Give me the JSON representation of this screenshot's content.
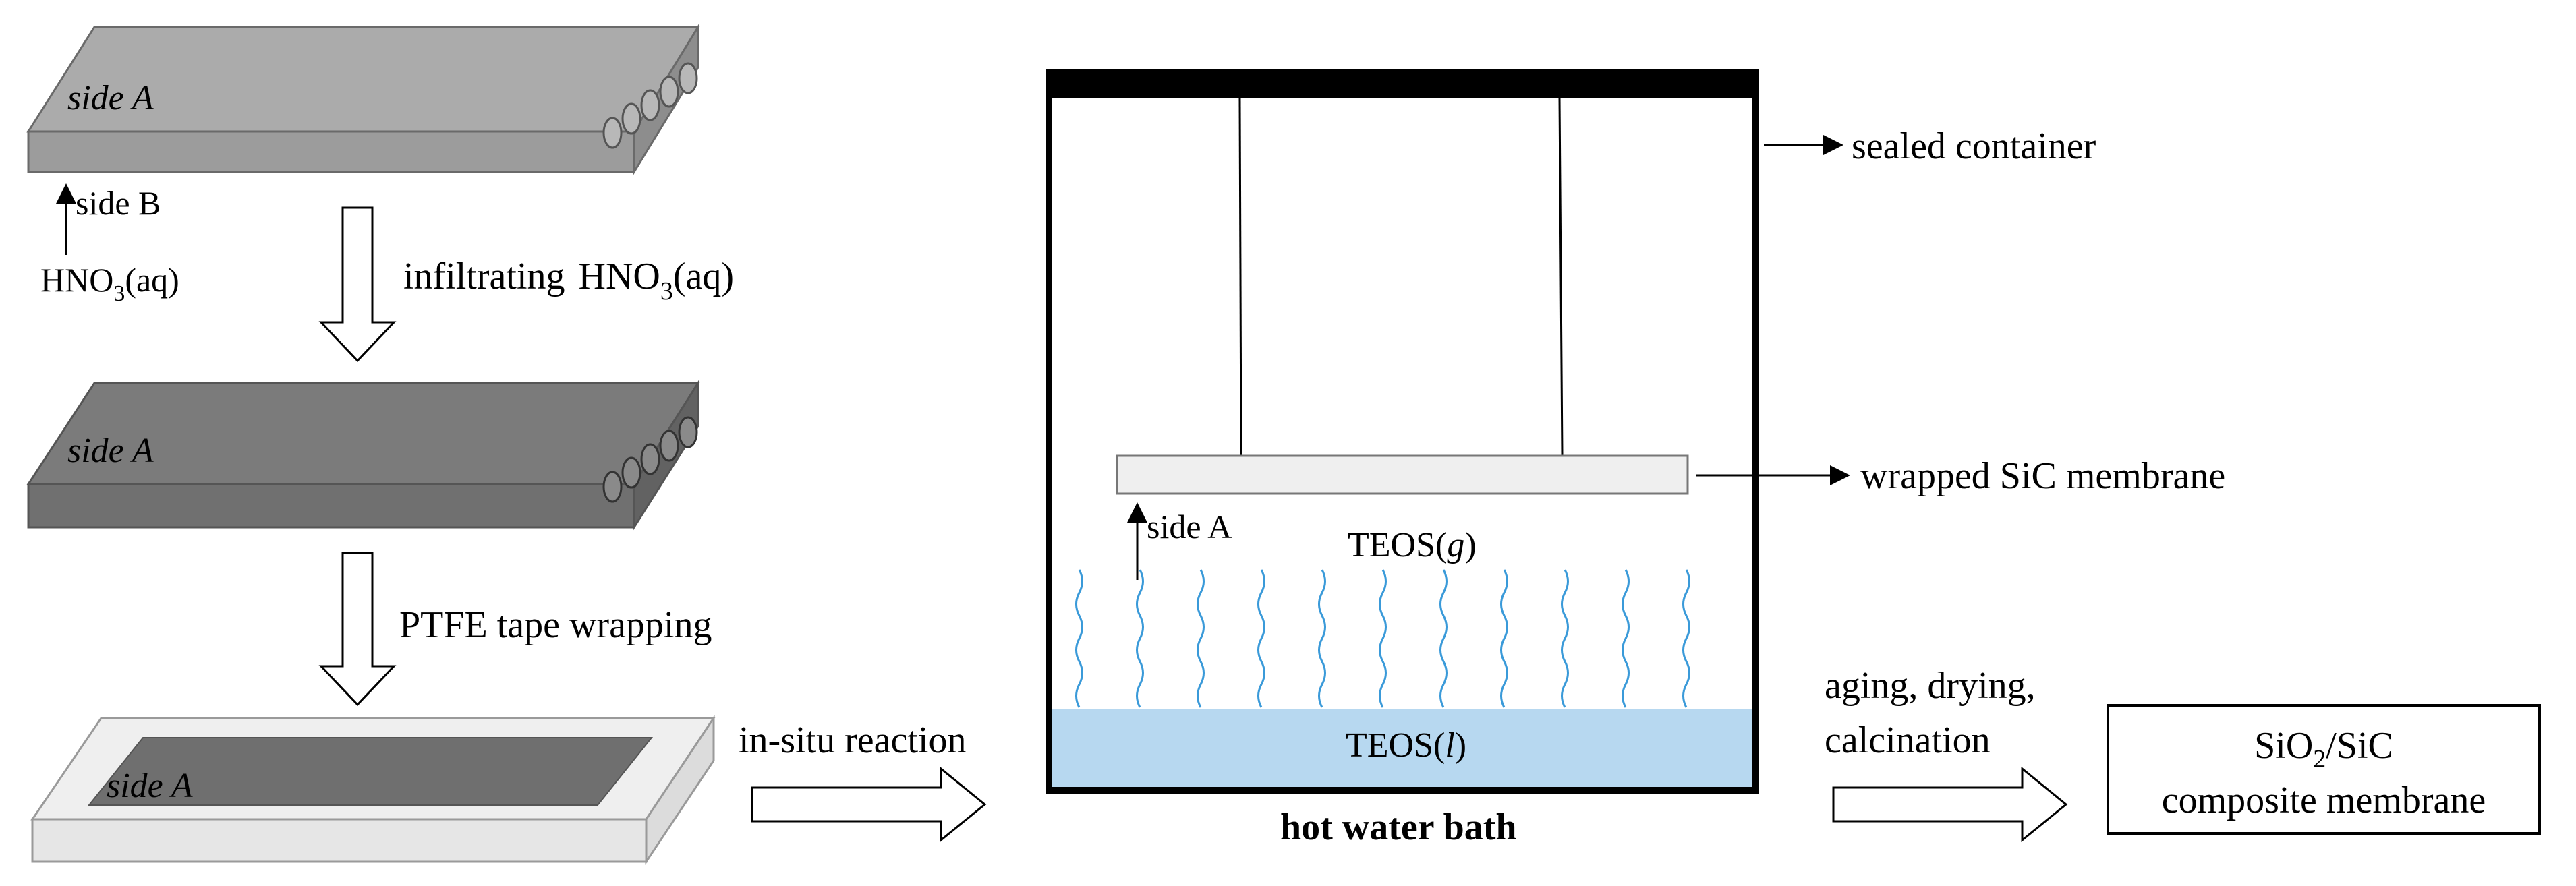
{
  "left_panel": {
    "slab1_label": "side A",
    "side_b_label": "side B",
    "hno3_label": "HNO",
    "hno3_sub": "3",
    "hno3_suffix": "(aq)",
    "step1_prefix": "infiltrating",
    "step1_chem": "HNO",
    "step1_sub": "3",
    "step1_suffix": "(aq)",
    "slab2_label": "side A",
    "step2_label": "PTFE tape wrapping",
    "slab3_label": "side A"
  },
  "middle": {
    "reaction_label": "in-situ reaction",
    "sealed_label": "sealed container",
    "membrane_label": "wrapped SiC membrane",
    "side_a_label": "side A",
    "teos_gas_prefix": "TEOS(",
    "teos_gas_italic": "g",
    "teos_gas_suffix": ")",
    "teos_liquid_prefix": "TEOS(",
    "teos_liquid_italic": "l",
    "teos_liquid_suffix": ")",
    "bath_label": "hot water bath"
  },
  "right": {
    "post_line1": "aging, drying,",
    "post_line2": "calcination",
    "product_prefix": "SiO",
    "product_sub": "2",
    "product_suffix": "/SiC",
    "product_line2": "composite membrane"
  },
  "colors": {
    "slab1_top": "#a9a9a9",
    "slab1_front": "#9a9a9a",
    "slab2_top": "#7a7a7a",
    "slab2_front": "#6f6f6f",
    "tape_light": "#ededed",
    "liquid": "#b7d8f0",
    "vapor": "#3a9ad9"
  }
}
